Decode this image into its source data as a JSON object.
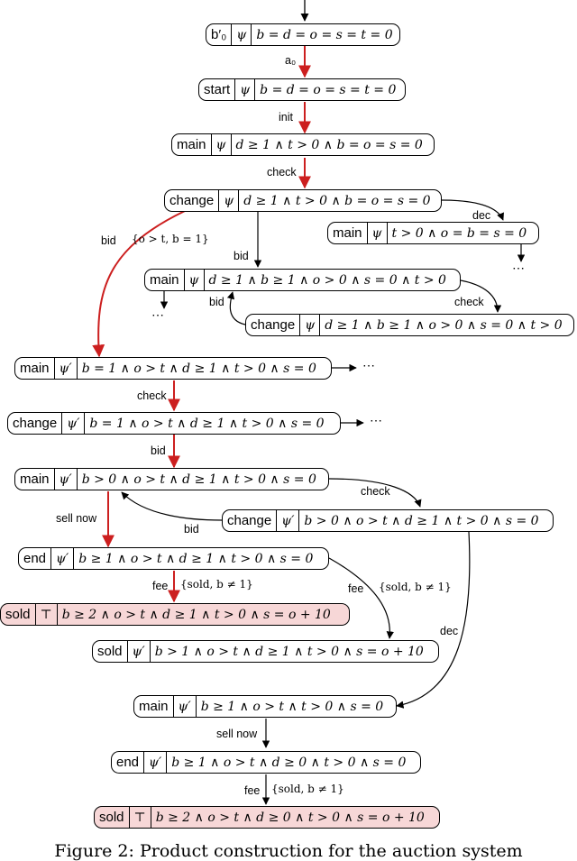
{
  "nodes": {
    "n0": {
      "state": "b′₀",
      "label": "ψ",
      "formula": "b = d = o = s = t = 0"
    },
    "n1": {
      "state": "start",
      "label": "ψ",
      "formula": "b = d = o = s = t = 0"
    },
    "n2": {
      "state": "main",
      "label": "ψ",
      "formula": "d ≥ 1 ∧ t > 0 ∧ b = o = s = 0"
    },
    "n3": {
      "state": "change",
      "label": "ψ",
      "formula": "d ≥ 1 ∧ t > 0 ∧ b = o = s = 0"
    },
    "n4": {
      "state": "main",
      "label": "ψ",
      "formula": "t > 0 ∧ o = b = s = 0"
    },
    "n5": {
      "state": "main",
      "label": "ψ",
      "formula": "d ≥ 1 ∧ b ≥ 1 ∧ o > 0 ∧ s = 0 ∧ t > 0"
    },
    "n6": {
      "state": "change",
      "label": "ψ",
      "formula": "d ≥ 1 ∧ b ≥ 1 ∧ o > 0 ∧ s = 0 ∧ t > 0"
    },
    "n7": {
      "state": "main",
      "label": "ψ′",
      "formula": "b = 1 ∧ o > t ∧ d ≥ 1 ∧ t > 0 ∧ s = 0"
    },
    "n8": {
      "state": "change",
      "label": "ψ′",
      "formula": "b = 1 ∧ o > t ∧ d ≥ 1 ∧ t > 0 ∧ s = 0"
    },
    "n9": {
      "state": "main",
      "label": "ψ′",
      "formula": "b > 0 ∧ o > t ∧ d ≥ 1 ∧ t > 0 ∧ s = 0"
    },
    "n10": {
      "state": "change",
      "label": "ψ′",
      "formula": "b > 0 ∧ o > t ∧ d ≥ 1 ∧ t > 0 ∧ s = 0"
    },
    "n11": {
      "state": "end",
      "label": "ψ′",
      "formula": "b ≥ 1 ∧ o > t ∧ d ≥ 1 ∧ t > 0 ∧ s = 0"
    },
    "n12": {
      "state": "sold",
      "label": "⊤",
      "formula": "b ≥ 2 ∧ o > t ∧ d ≥ 1 ∧ t > 0 ∧ s = o + 10"
    },
    "n13": {
      "state": "sold",
      "label": "ψ′",
      "formula": "b > 1 ∧ o > t ∧ d ≥ 1 ∧ t > 0 ∧ s = o + 10"
    },
    "n14": {
      "state": "main",
      "label": "ψ′",
      "formula": "b ≥ 1 ∧ o > t ∧ t > 0 ∧ s = 0"
    },
    "n15": {
      "state": "end",
      "label": "ψ′",
      "formula": "b ≥ 1 ∧ o > t ∧ d ≥ 0 ∧ t > 0 ∧ s = 0"
    },
    "n16": {
      "state": "sold",
      "label": "⊤",
      "formula": "b ≥ 2 ∧ o > t ∧ d ≥ 0 ∧ t > 0 ∧ s = o + 10"
    }
  },
  "edges": {
    "a0": "a₀",
    "init": "init",
    "check1": "check",
    "dec1": "dec",
    "bid1": "bid",
    "bid1_guard": "{o > t, b = 1}",
    "bid2": "bid",
    "check2": "check",
    "bid3": "bid",
    "check3": "check",
    "bid4": "bid",
    "check4": "check",
    "bid5": "bid",
    "sellnow1": "sell now",
    "fee1": "fee",
    "fee1_guard": "{sold, b ≠ 1}",
    "fee2": "fee",
    "fee2_guard": "{sold, b ≠ 1}",
    "dec2": "dec",
    "sellnow2": "sell now",
    "fee3": "fee",
    "fee3_guard": "{sold, b ≠ 1}"
  },
  "ellipsis": "⋯",
  "caption": "Figure 2: Product construction for the auction system",
  "colors": {
    "highlight_edge": "#cc1f1f",
    "final_fill": "#f7d7d7",
    "stroke": "#000000"
  }
}
